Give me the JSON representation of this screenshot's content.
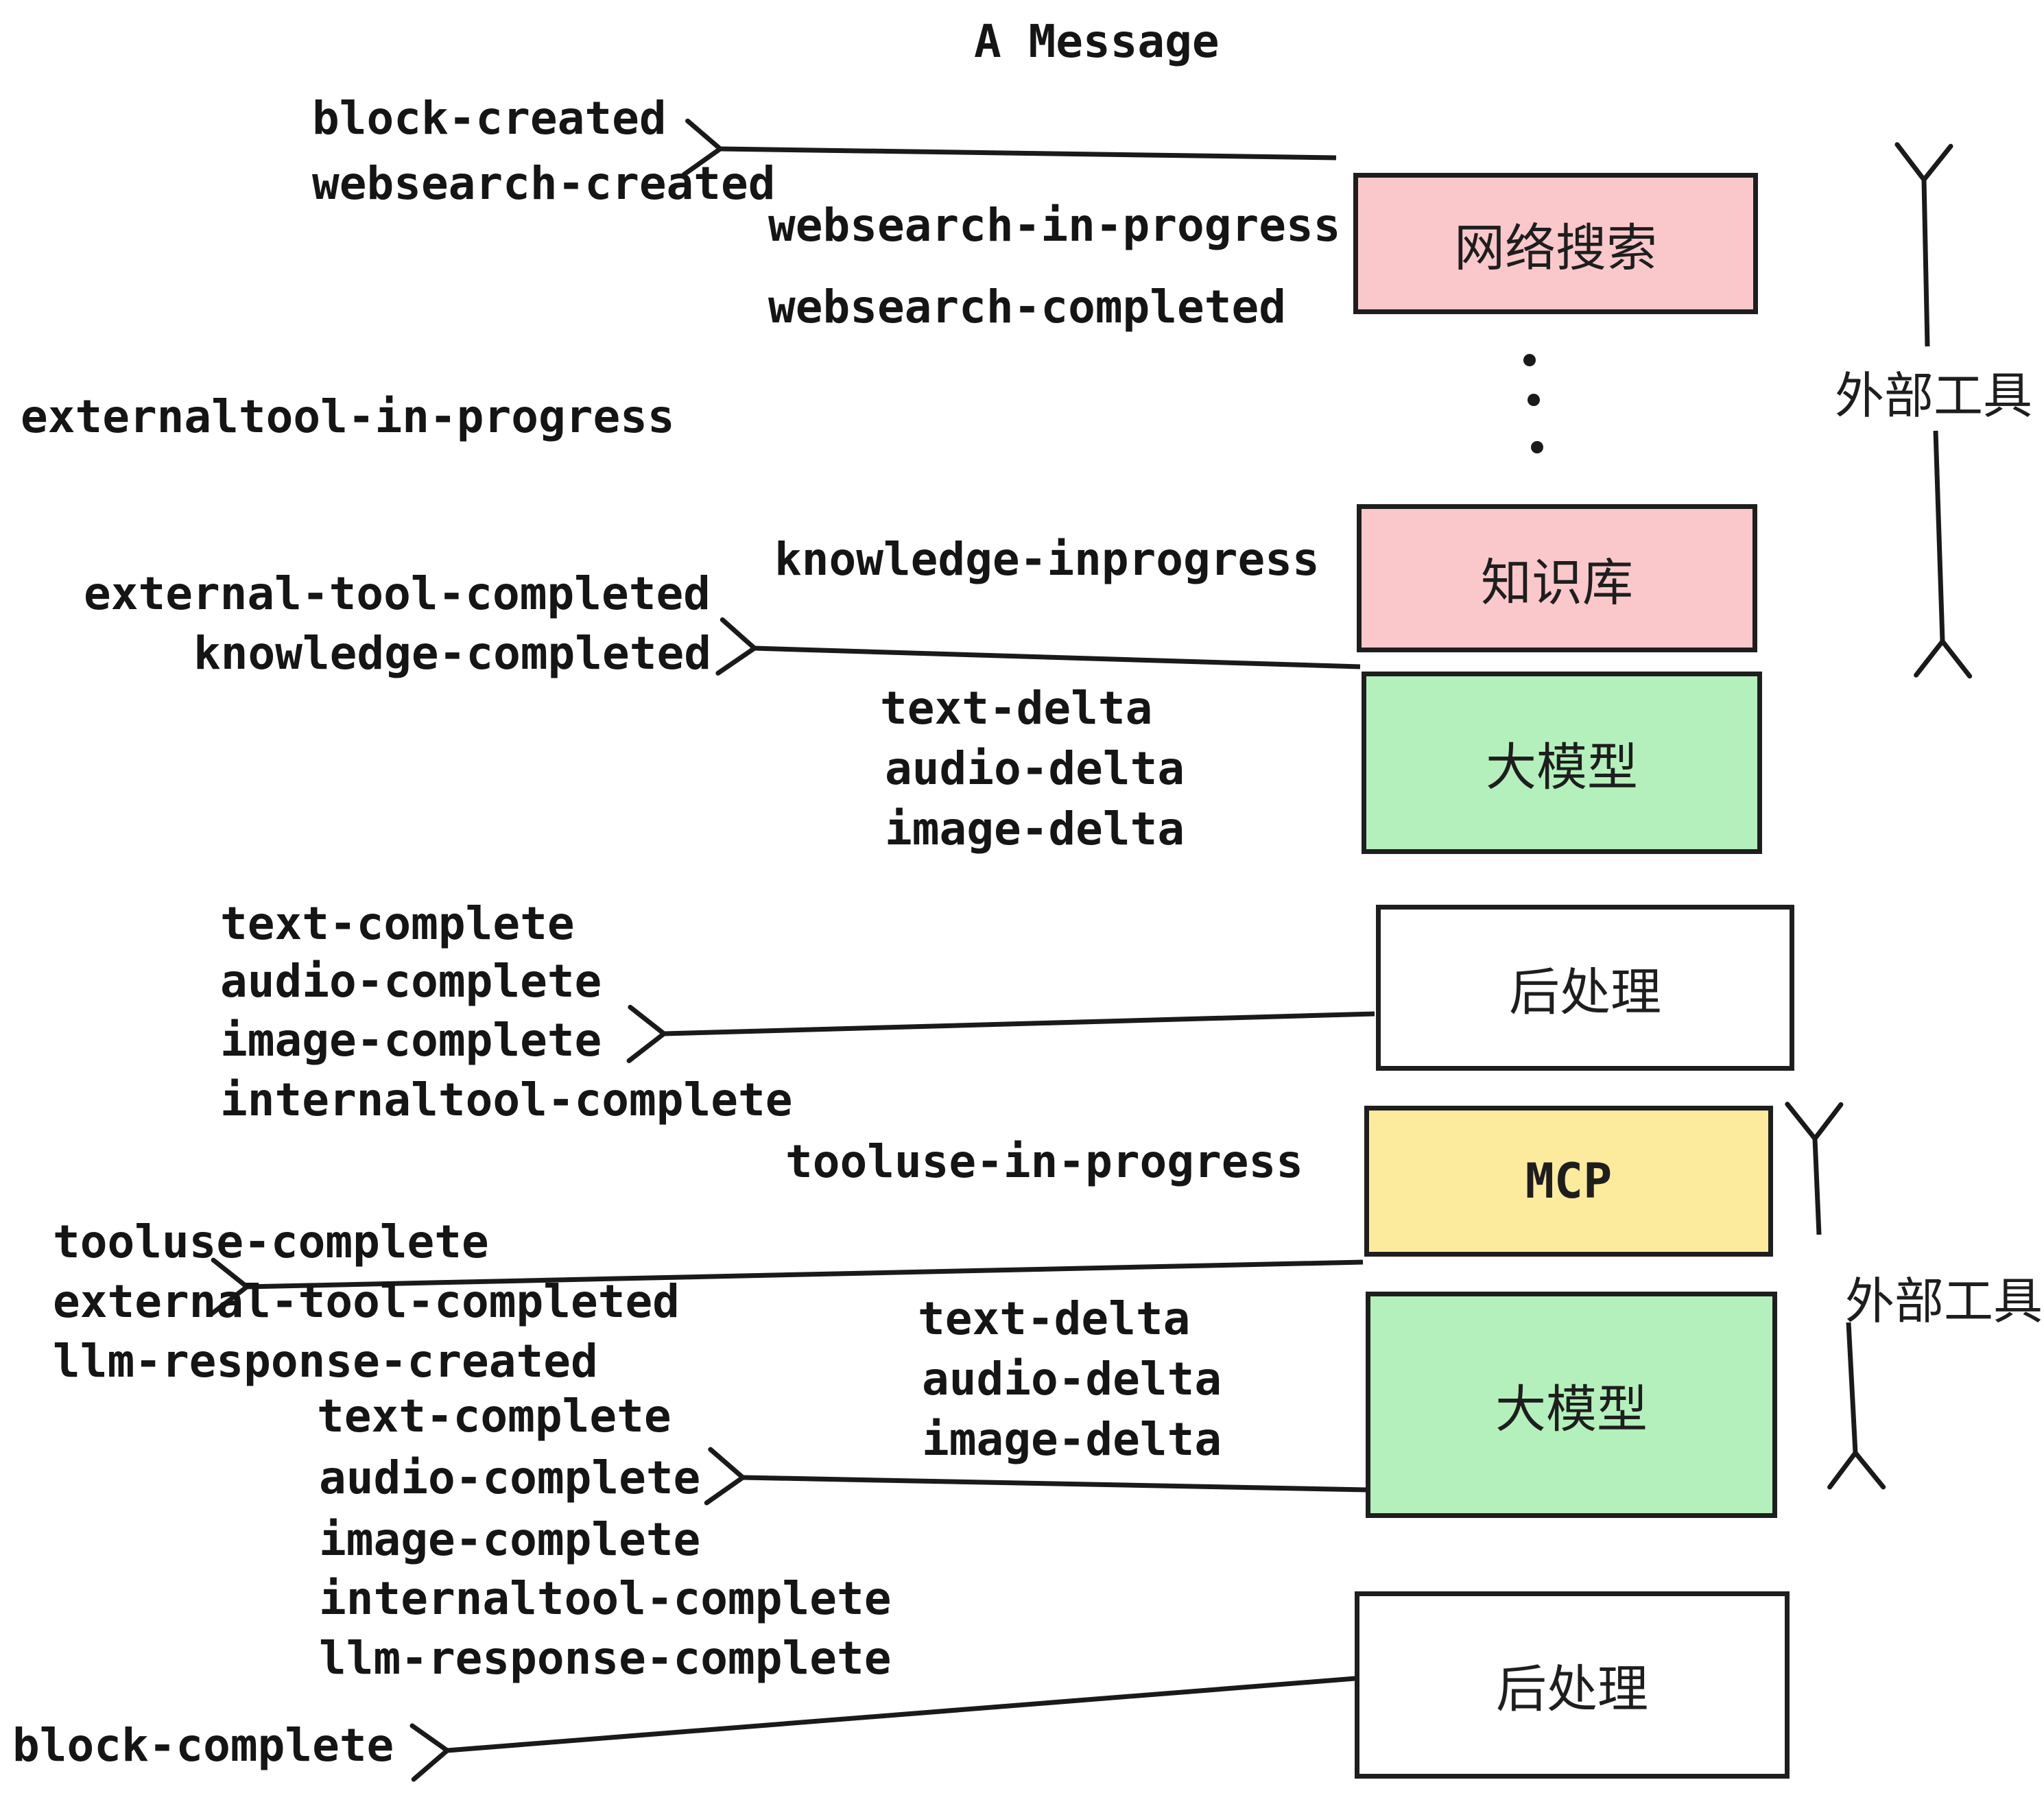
{
  "title": "A Message",
  "colors": {
    "pink": "#FAC8CB",
    "green": "#B4F0BB",
    "yellow": "#FDEB9D",
    "white": "#FFFFFF",
    "ink": "#1A1A1A"
  },
  "boxes": [
    {
      "id": "websearch",
      "label": "网络搜索",
      "color": "#FAC8CB"
    },
    {
      "id": "knowledge",
      "label": "知识库",
      "color": "#FAC8CB"
    },
    {
      "id": "llm-1",
      "label": "大模型",
      "color": "#B4F0BB"
    },
    {
      "id": "postprocess-1",
      "label": "后处理",
      "color": "#FFFFFF"
    },
    {
      "id": "mcp",
      "label": "MCP",
      "color": "#FDEB9D"
    },
    {
      "id": "llm-2",
      "label": "大模型",
      "color": "#B4F0BB"
    },
    {
      "id": "postprocess-2",
      "label": "后处理",
      "color": "#FFFFFF"
    }
  ],
  "side_labels": [
    {
      "id": "external-tools-1",
      "text": "外部工具"
    },
    {
      "id": "external-tools-2",
      "text": "外部工具"
    }
  ],
  "events": [
    {
      "text": "block-created"
    },
    {
      "text": "websearch-created"
    },
    {
      "text": "websearch-in-progress"
    },
    {
      "text": "websearch-completed"
    },
    {
      "text": "externaltool-in-progress"
    },
    {
      "text": "external-tool-completed"
    },
    {
      "text": "knowledge-completed"
    },
    {
      "text": "knowledge-inprogress"
    },
    {
      "text": "text-delta"
    },
    {
      "text": "audio-delta"
    },
    {
      "text": "image-delta"
    },
    {
      "text": "text-complete"
    },
    {
      "text": "audio-complete"
    },
    {
      "text": "image-complete"
    },
    {
      "text": "internaltool-complete"
    },
    {
      "text": "tooluse-in-progress"
    },
    {
      "text": "tooluse-complete"
    },
    {
      "text": "external-tool-completed"
    },
    {
      "text": "llm-response-created"
    },
    {
      "text": "text-complete"
    },
    {
      "text": "audio-complete"
    },
    {
      "text": "text-delta"
    },
    {
      "text": "audio-delta"
    },
    {
      "text": "image-delta"
    },
    {
      "text": "image-complete"
    },
    {
      "text": "internaltool-complete"
    },
    {
      "text": "llm-response-complete"
    },
    {
      "text": "block-complete"
    }
  ]
}
